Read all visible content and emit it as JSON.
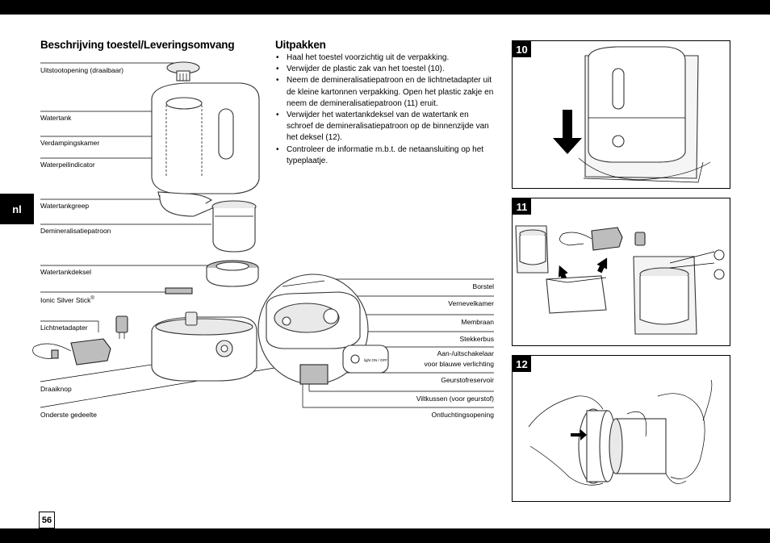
{
  "page": {
    "language_tab": "nl",
    "page_number": "56"
  },
  "left": {
    "heading": "Beschrijving toestel/Leveringsomvang",
    "labels": [
      "Uitstootopening (draaibaar)",
      "Watertank",
      "Verdampingskamer",
      "Waterpeilindicator",
      "Watertankgreep",
      "Demineralisatiepatroon",
      "Watertankdeksel",
      "Ionic Silver Stick",
      "Lichtnetadapter",
      "Draaiknop",
      "Onderste gedeelte"
    ],
    "trademark": "®"
  },
  "right_labels": [
    "Borstel",
    "Vernevelkamer",
    "Membraan",
    "Stekkerbus",
    "Aan-/uitschakelaar",
    "voor blauwe verlichting",
    "Geurstofreservoir",
    "Viltkussen (voor geurstof)",
    "Ontluchtingsopening"
  ],
  "unpack": {
    "heading": "Uitpakken",
    "items": [
      "Haal het toestel voorzichtig uit de verpakking.",
      "Verwijder de plastic zak van het toestel (10).",
      "Neem de demineralisatiepatroon en de lichtnetadapter uit de kleine kartonnen verpakking. Open het plastic zakje en neem de demineralisatiepatroon (11) eruit.",
      "Verwijder het watertankdeksel van de watertank en schroef de demineralisatiepatroon op de binnenzijde van het deksel (12).",
      "Controleer de informatie m.b.t. de netaansluiting op het typeplaatje."
    ]
  },
  "figures": [
    {
      "number": "10"
    },
    {
      "number": "11"
    },
    {
      "number": "12"
    }
  ],
  "switch_text": "light ON / OFF"
}
